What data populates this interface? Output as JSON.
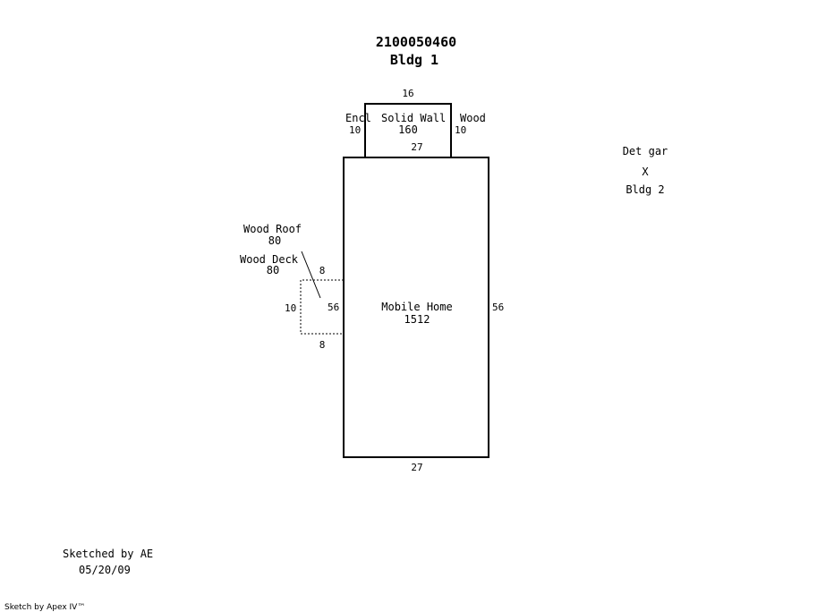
{
  "header": {
    "parcel_id": "2100050460",
    "building": "Bldg 1"
  },
  "areas": {
    "enclosure": {
      "label_left": "Encl",
      "label_mid": "Solid Wall",
      "label_right": "Wood",
      "area": "160",
      "dims": {
        "top": "16",
        "bottom": "27",
        "left": "10",
        "right": "10"
      }
    },
    "mobile_home": {
      "label": "Mobile Home",
      "area": "1512",
      "dims": {
        "bottom": "27",
        "left": "56",
        "right": "56"
      }
    },
    "wood_roof": {
      "label": "Wood Roof",
      "area": "80"
    },
    "wood_deck": {
      "label": "Wood Deck",
      "area": "80",
      "dims": {
        "top": "8",
        "bottom": "8",
        "left": "10"
      }
    }
  },
  "detached": {
    "label": "Det gar",
    "marker": "X",
    "building": "Bldg 2"
  },
  "footer": {
    "sketched_by": "Sketched by AE",
    "date": "05/20/09",
    "software": "Sketch by Apex IV™"
  },
  "colors": {
    "line": "#000000",
    "background": "#ffffff"
  }
}
